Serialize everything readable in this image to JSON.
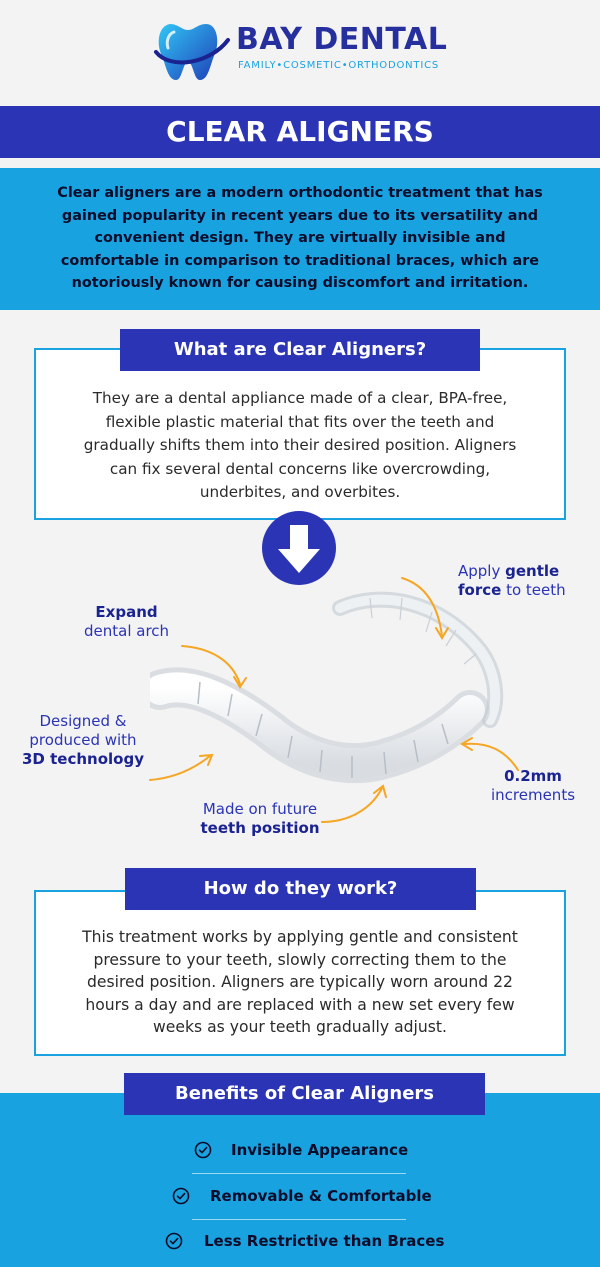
{
  "brand": {
    "name": "BAY DENTAL",
    "tagline": "FAMILY•COSMETIC•ORTHODONTICS",
    "primary_color": "#2a34b5",
    "accent_color": "#18a3e0"
  },
  "title": "CLEAR ALIGNERS",
  "intro": "Clear aligners are a modern orthodontic treatment that has gained popularity in recent years due to its versatility and convenient design. They are virtually invisible and comfortable in comparison to traditional braces, which are notoriously known for causing discomfort and irritation.",
  "what": {
    "heading": "What are Clear Aligners?",
    "body": "They are a dental appliance made of a clear, BPA-free, flexible plastic material that fits over the teeth and gradually shifts them into their desired position. Aligners can fix several dental concerns like overcrowding, underbites, and overbites."
  },
  "annotations": {
    "gentle": {
      "pre": "Apply ",
      "bold1": "gentle",
      "bold2": "force",
      "post": " to teeth"
    },
    "expand": {
      "bold": "Expand",
      "rest": "dental arch"
    },
    "designed": {
      "line1": "Designed &",
      "line2": "produced with",
      "bold": "3D technology"
    },
    "increments": {
      "bold": "0.2mm",
      "rest": "increments"
    },
    "future": {
      "line1": "Made on future",
      "bold": "teeth position"
    }
  },
  "how": {
    "heading": "How do they work?",
    "body": "This treatment works by applying gentle and consistent pressure to your teeth, slowly correcting them to the desired position. Aligners are typically worn around 22 hours a day and are replaced with a new set every few weeks as your teeth gradually adjust."
  },
  "benefits": {
    "heading": "Benefits of Clear Aligners",
    "items": [
      {
        "label": "Invisible Appearance"
      },
      {
        "label": "Removable & Comfortable"
      },
      {
        "label": "Less Restrictive than Braces"
      }
    ]
  },
  "icons": {
    "logo": "tooth-icon",
    "arrow": "arrow-down-icon",
    "check": "check-circle-icon"
  }
}
